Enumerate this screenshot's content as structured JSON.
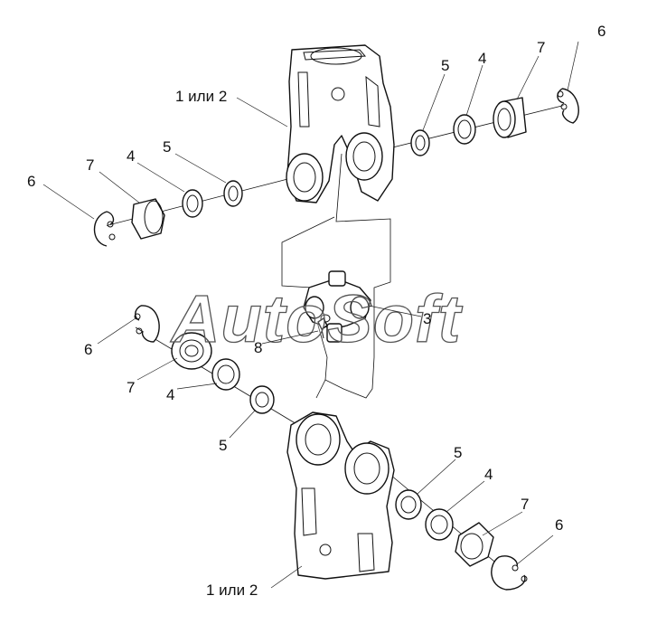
{
  "watermark": "AutoSoft",
  "labels": {
    "top_yoke": "1 или 2",
    "bottom_yoke": "1 или 2",
    "cross": "3",
    "bearing_top_right": "4",
    "bearing_top_left": "4",
    "bearing_mid_left": "4",
    "bearing_bottom_right": "4",
    "washer_top_right": "5",
    "washer_top_left": "5",
    "washer_mid_left": "5",
    "washer_bottom_right": "5",
    "ring_top_right": "6",
    "ring_top_left": "6",
    "ring_mid_left": "6",
    "ring_bottom_right": "6",
    "cup_top_right": "7",
    "cup_top_left": "7",
    "cup_mid_left": "7",
    "cup_bottom_right": "7",
    "fitting": "8"
  }
}
